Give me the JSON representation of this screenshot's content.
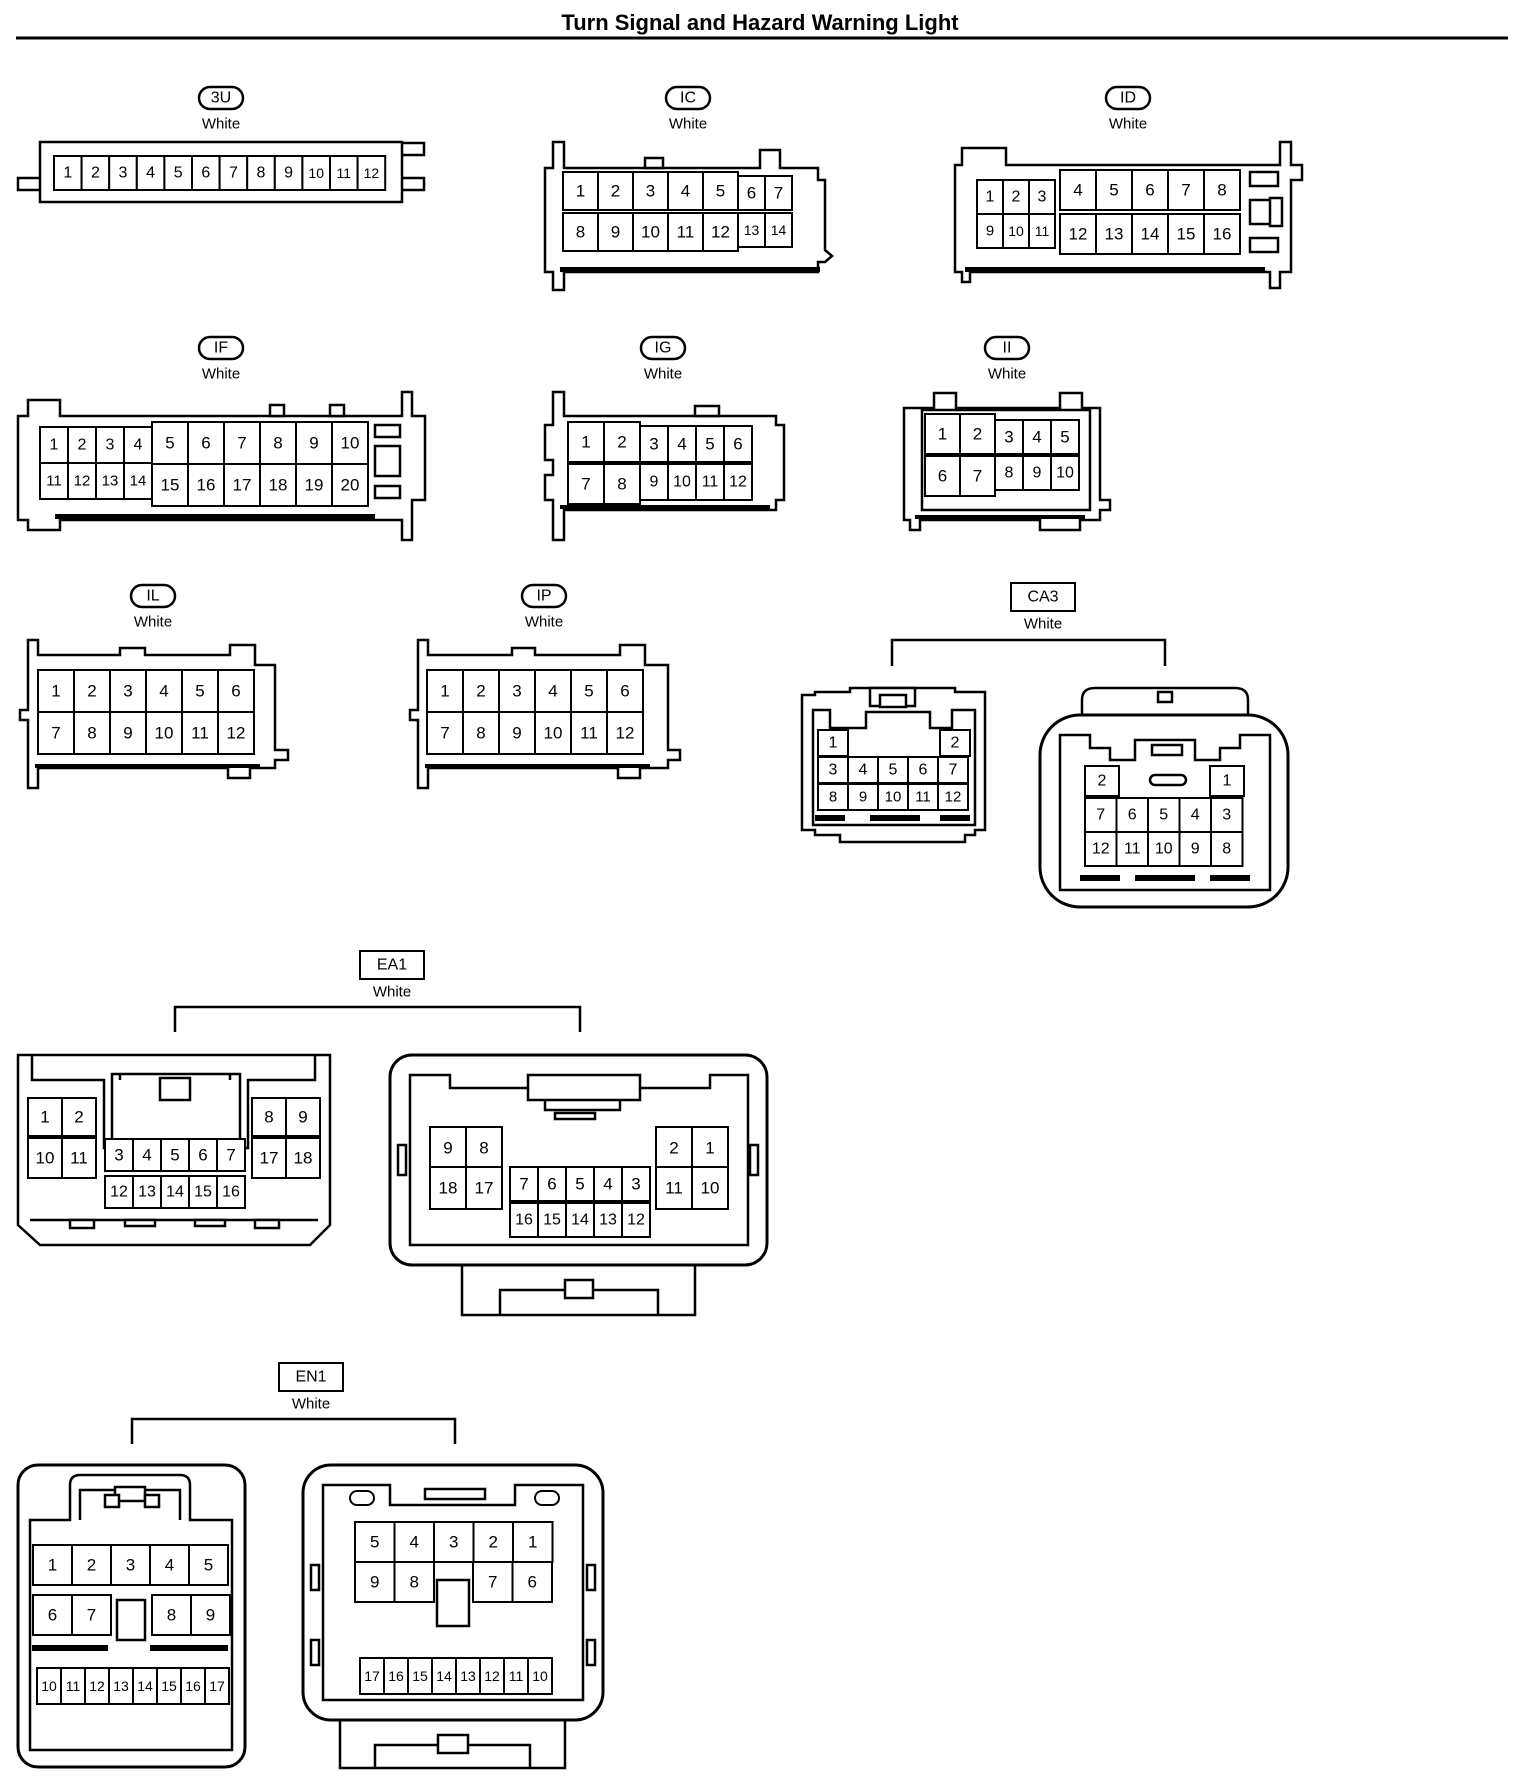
{
  "title": "Turn Signal and Hazard Warning Light",
  "colors": {
    "ink": "#000000",
    "paper": "#ffffff"
  },
  "connectors": [
    {
      "code": "3U",
      "color": "White",
      "pins": [
        "1",
        "2",
        "3",
        "4",
        "5",
        "6",
        "7",
        "8",
        "9",
        "10",
        "11",
        "12"
      ]
    },
    {
      "code": "IC",
      "color": "White",
      "pins": [
        "1",
        "2",
        "3",
        "4",
        "5",
        "6",
        "7",
        "8",
        "9",
        "10",
        "11",
        "12",
        "13",
        "14"
      ]
    },
    {
      "code": "ID",
      "color": "White",
      "pins": [
        "1",
        "2",
        "3",
        "4",
        "5",
        "6",
        "7",
        "8",
        "9",
        "10",
        "11",
        "12",
        "13",
        "14",
        "15",
        "16"
      ]
    },
    {
      "code": "IF",
      "color": "White",
      "pins": [
        "1",
        "2",
        "3",
        "4",
        "5",
        "6",
        "7",
        "8",
        "9",
        "10",
        "11",
        "12",
        "13",
        "14",
        "15",
        "16",
        "17",
        "18",
        "19",
        "20"
      ]
    },
    {
      "code": "IG",
      "color": "White",
      "pins": [
        "1",
        "2",
        "3",
        "4",
        "5",
        "6",
        "7",
        "8",
        "9",
        "10",
        "11",
        "12"
      ]
    },
    {
      "code": "II",
      "color": "White",
      "pins": [
        "1",
        "2",
        "3",
        "4",
        "5",
        "6",
        "7",
        "8",
        "9",
        "10"
      ]
    },
    {
      "code": "IL",
      "color": "White",
      "pins": [
        "1",
        "2",
        "3",
        "4",
        "5",
        "6",
        "7",
        "8",
        "9",
        "10",
        "11",
        "12"
      ]
    },
    {
      "code": "IP",
      "color": "White",
      "pins": [
        "1",
        "2",
        "3",
        "4",
        "5",
        "6",
        "7",
        "8",
        "9",
        "10",
        "11",
        "12"
      ]
    },
    {
      "code": "CA3",
      "color": "White",
      "views": [
        {
          "pins": [
            "1",
            "2",
            "3",
            "4",
            "5",
            "6",
            "7",
            "8",
            "9",
            "10",
            "11",
            "12"
          ]
        },
        {
          "pins": [
            "2",
            "1",
            "7",
            "6",
            "5",
            "4",
            "3",
            "12",
            "11",
            "10",
            "9",
            "8"
          ]
        }
      ]
    },
    {
      "code": "EA1",
      "color": "White",
      "views": [
        {
          "pins": [
            "1",
            "2",
            "10",
            "11",
            "3",
            "4",
            "5",
            "6",
            "7",
            "12",
            "13",
            "14",
            "15",
            "16",
            "8",
            "9",
            "17",
            "18"
          ]
        },
        {
          "pins": [
            "9",
            "8",
            "18",
            "17",
            "7",
            "6",
            "5",
            "4",
            "3",
            "16",
            "15",
            "14",
            "13",
            "12",
            "2",
            "1",
            "11",
            "10"
          ]
        }
      ]
    },
    {
      "code": "EN1",
      "color": "White",
      "views": [
        {
          "pins": [
            "1",
            "2",
            "3",
            "4",
            "5",
            "6",
            "7",
            "8",
            "9",
            "10",
            "11",
            "12",
            "13",
            "14",
            "15",
            "16",
            "17"
          ]
        },
        {
          "pins": [
            "5",
            "4",
            "3",
            "2",
            "1",
            "9",
            "8",
            "7",
            "6",
            "17",
            "16",
            "15",
            "14",
            "13",
            "12",
            "11",
            "10"
          ]
        }
      ]
    }
  ]
}
